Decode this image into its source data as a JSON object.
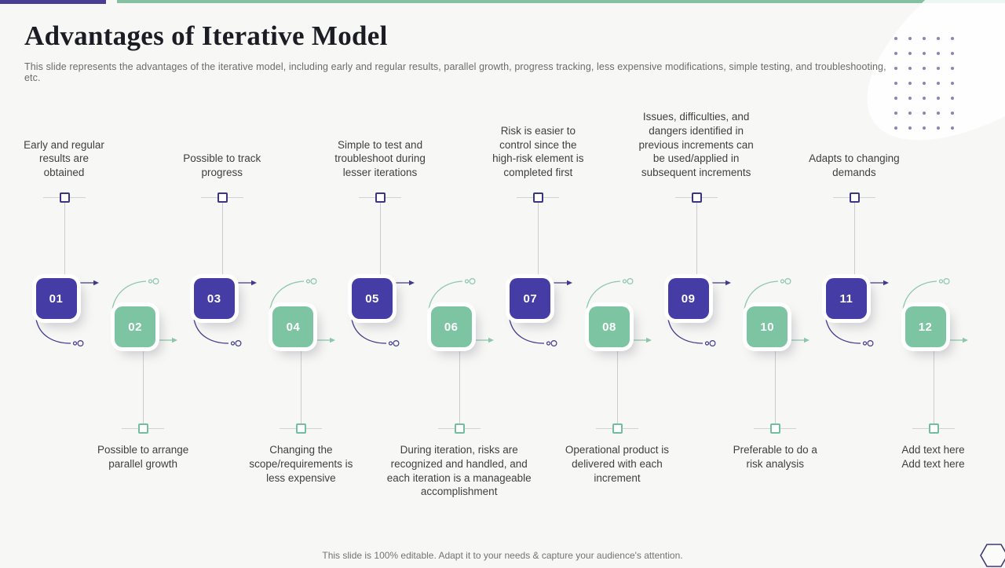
{
  "slide": {
    "title": "Advantages of Iterative Model",
    "subtitle": "This slide represents the advantages of the iterative model, including early and regular results, parallel growth, progress tracking, less expensive modifications, simple testing, and troubleshooting, etc.",
    "footer": "This slide is 100% editable. Adapt it to your needs & capture your audience's attention."
  },
  "colors": {
    "purple_box": "#453ca5",
    "green_box": "#7dc4a3",
    "purple_line": "#423a8e",
    "green_line": "#8cc7ab",
    "bar_purple": "#4a3d96",
    "bar_green": "#84c0a1",
    "background": "#f7f7f5",
    "label_text": "#3f3f3f"
  },
  "timeline": {
    "items": [
      {
        "number": "01",
        "label": "Early and regular results are obtained",
        "variant": "purple",
        "label_position": "top",
        "label_width": 112
      },
      {
        "number": "02",
        "label": "Possible to arrange parallel growth",
        "variant": "green",
        "label_position": "bottom",
        "label_width": 140
      },
      {
        "number": "03",
        "label": "Possible to track progress",
        "variant": "purple",
        "label_position": "top",
        "label_width": 100
      },
      {
        "number": "04",
        "label": "Changing the scope/requirements is less expensive",
        "variant": "green",
        "label_position": "bottom",
        "label_width": 140
      },
      {
        "number": "05",
        "label": "Simple to test and troubleshoot during lesser iterations",
        "variant": "purple",
        "label_position": "top",
        "label_width": 140
      },
      {
        "number": "06",
        "label": "During iteration, risks are recognized and handled, and each iteration is a manageable accomplishment",
        "variant": "green",
        "label_position": "bottom",
        "label_width": 196
      },
      {
        "number": "07",
        "label": "Risk is easier to control since the high-risk element is completed first",
        "variant": "purple",
        "label_position": "top",
        "label_width": 122
      },
      {
        "number": "08",
        "label": "Operational product is delivered with each increment",
        "variant": "green",
        "label_position": "bottom",
        "label_width": 140
      },
      {
        "number": "09",
        "label": "Issues, difficulties, and dangers identified in previous increments can be used/applied in subsequent increments",
        "variant": "purple",
        "label_position": "top",
        "label_width": 158
      },
      {
        "number": "10",
        "label": "Preferable to do a risk analysis",
        "variant": "green",
        "label_position": "bottom",
        "label_width": 120
      },
      {
        "number": "11",
        "label": "Adapts to changing demands",
        "variant": "purple",
        "label_position": "top",
        "label_width": 126
      },
      {
        "number": "12",
        "label": "Add text here\nAdd text here",
        "variant": "green",
        "label_position": "bottom",
        "label_width": 120
      }
    ]
  }
}
